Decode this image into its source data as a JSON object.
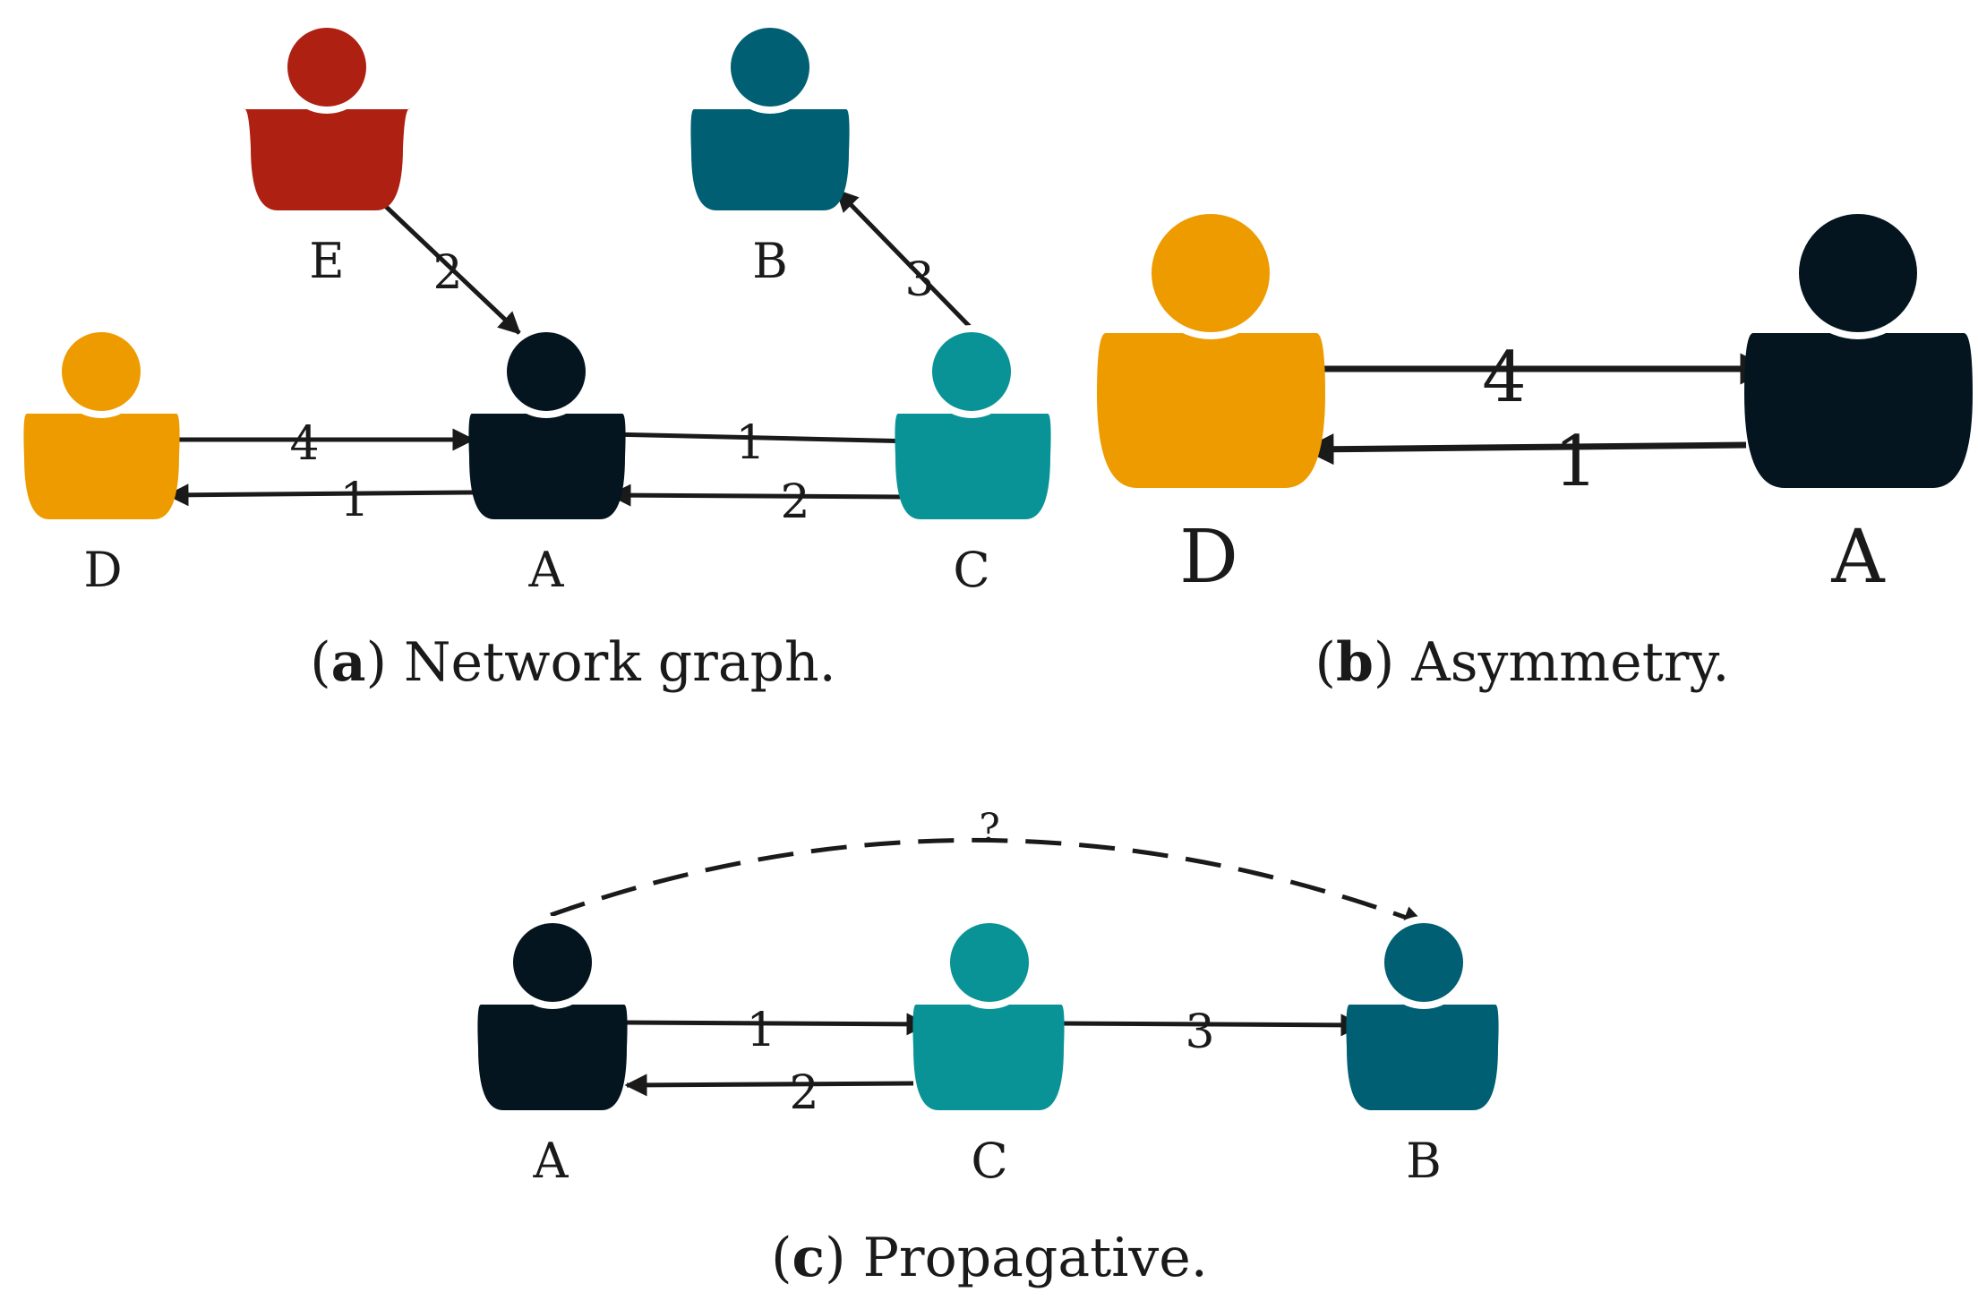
{
  "colors": {
    "A": "#04151f",
    "B": "#005f73",
    "C": "#0a9396",
    "D": "#ee9b00",
    "E": "#ae2012",
    "edge": "#1a1a1a"
  },
  "panels": [
    {
      "id": "a",
      "caption_letter": "a",
      "caption_text": "Network graph.",
      "nodes": [
        {
          "id": "E",
          "label": "E"
        },
        {
          "id": "B",
          "label": "B"
        },
        {
          "id": "D",
          "label": "D"
        },
        {
          "id": "A",
          "label": "A"
        },
        {
          "id": "C",
          "label": "C"
        }
      ],
      "edges": [
        {
          "from": "E",
          "to": "A",
          "weight": "2"
        },
        {
          "from": "C",
          "to": "B",
          "weight": "3"
        },
        {
          "from": "D",
          "to": "A",
          "weight": "4"
        },
        {
          "from": "A",
          "to": "D",
          "weight": "1"
        },
        {
          "from": "A",
          "to": "C",
          "weight": "1"
        },
        {
          "from": "C",
          "to": "A",
          "weight": "2"
        }
      ]
    },
    {
      "id": "b",
      "caption_letter": "b",
      "caption_text": "Asymmetry.",
      "nodes": [
        {
          "id": "D",
          "label": "D"
        },
        {
          "id": "A",
          "label": "A"
        }
      ],
      "edges": [
        {
          "from": "D",
          "to": "A",
          "weight": "4"
        },
        {
          "from": "A",
          "to": "D",
          "weight": "1"
        }
      ]
    },
    {
      "id": "c",
      "caption_letter": "c",
      "caption_text": "Propagative.",
      "nodes": [
        {
          "id": "A",
          "label": "A"
        },
        {
          "id": "C",
          "label": "C"
        },
        {
          "id": "B",
          "label": "B"
        }
      ],
      "edges": [
        {
          "from": "A",
          "to": "C",
          "weight": "1"
        },
        {
          "from": "C",
          "to": "A",
          "weight": "2"
        },
        {
          "from": "C",
          "to": "B",
          "weight": "3"
        },
        {
          "from": "A",
          "to": "B",
          "weight": "?",
          "dashed": true
        }
      ]
    }
  ]
}
